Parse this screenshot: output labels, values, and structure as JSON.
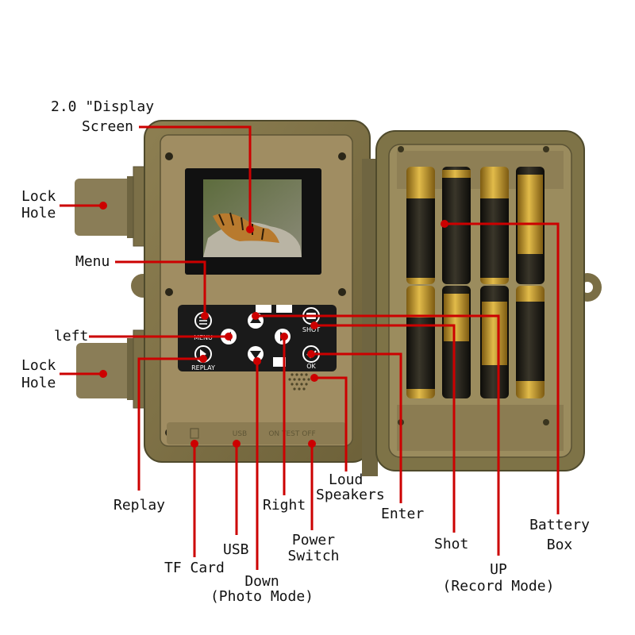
{
  "labels": {
    "display_line1": "2.0 \"Display",
    "display_line2": "Screen",
    "lock_hole_top_line1": "Lock",
    "lock_hole_top_line2": "Hole",
    "menu": "Menu",
    "left": "left",
    "lock_hole_bottom_line1": "Lock",
    "lock_hole_bottom_line2": "Hole",
    "replay": "Replay",
    "tf_card": "TF Card",
    "usb": "USB",
    "down_line1": "Down",
    "down_line2": "(Photo Mode)",
    "right": "Right",
    "power_line1": "Power",
    "power_line2": "Switch",
    "loud_line1": "Loud",
    "loud_line2": "Speakers",
    "enter": "Enter",
    "shot": "Shot",
    "up_line1": "UP",
    "up_line2": "(Record Mode)",
    "battery_line1": "Battery",
    "battery_line2": "Box"
  },
  "device_text": {
    "menu_key": "MENU",
    "replay_key": "REPLAY",
    "shot_key": "SHOT",
    "ok_key": "OK",
    "usb_port": "USB",
    "switch_text": "ON TEST OFF"
  },
  "colors": {
    "housing": "#8a7b4e",
    "housing_dark": "#4f4a2c",
    "panel": "#a08c61",
    "keypad": "#1a1a1a",
    "callout_line": "#cc0000",
    "battery_body": "#1c1a14",
    "battery_gold": "#c59a2a"
  },
  "icons": [
    "lock-hole-icon",
    "menu-icon",
    "left-arrow-icon",
    "up-arrow-icon",
    "right-arrow-icon",
    "down-arrow-icon",
    "replay-icon",
    "shot-icon",
    "ok-icon",
    "speaker-icon",
    "tf-card-icon",
    "usb-icon",
    "power-switch-icon",
    "battery-icon"
  ]
}
